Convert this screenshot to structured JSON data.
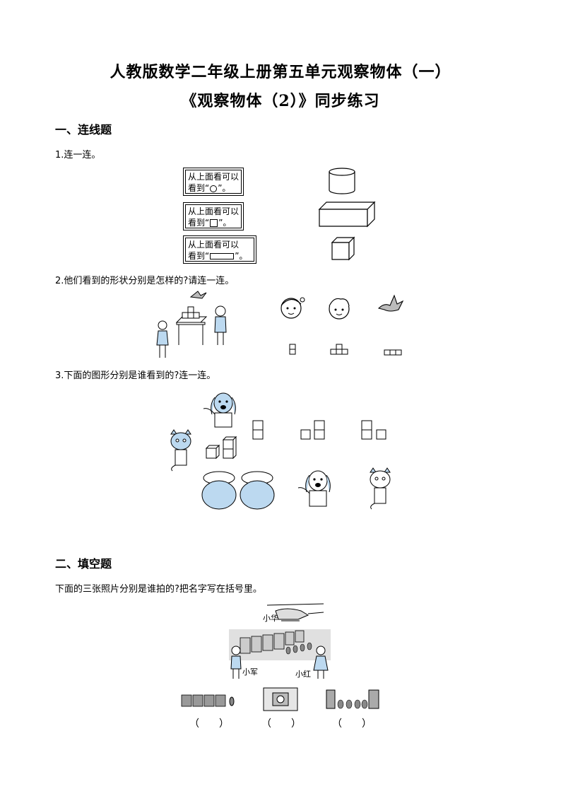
{
  "header": {
    "title": "人教版数学二年级上册第五单元观察物体（一）",
    "subtitle": "《观察物体（2）》同步练习"
  },
  "section1": {
    "heading": "一、连线题",
    "q1": {
      "prompt": "1.连一连。",
      "boxes": [
        {
          "line1": "从上面看可以",
          "line2_pre": "看到“",
          "line2_post": "”。",
          "shape": "circle-icon"
        },
        {
          "line1": "从上面看可以",
          "line2_pre": "看到“",
          "line2_post": "”。",
          "shape": "square-icon"
        },
        {
          "line1": "从上面看可以",
          "line2_pre": "看到“",
          "line2_post": "”。",
          "shape": "rectangle-icon"
        }
      ],
      "solids": [
        "cylinder-icon",
        "cuboid-icon",
        "cube-icon"
      ]
    },
    "q2": {
      "prompt": "2.他们看到的形状分别是怎样的?请连一连。"
    },
    "q3": {
      "prompt": "3.下面的图形分别是谁看到的?连一连。"
    }
  },
  "section2": {
    "heading": "二、填空题",
    "prompt": "下面的三张照片分别是谁拍的?把名字写在括号里。",
    "names": {
      "top": "小华",
      "left": "小军",
      "right": "小红"
    },
    "blanks": [
      "（　　）",
      "（　　）",
      "（　　）"
    ]
  },
  "colors": {
    "illustration_fill": "#bcd9f0",
    "ink": "#000000"
  }
}
